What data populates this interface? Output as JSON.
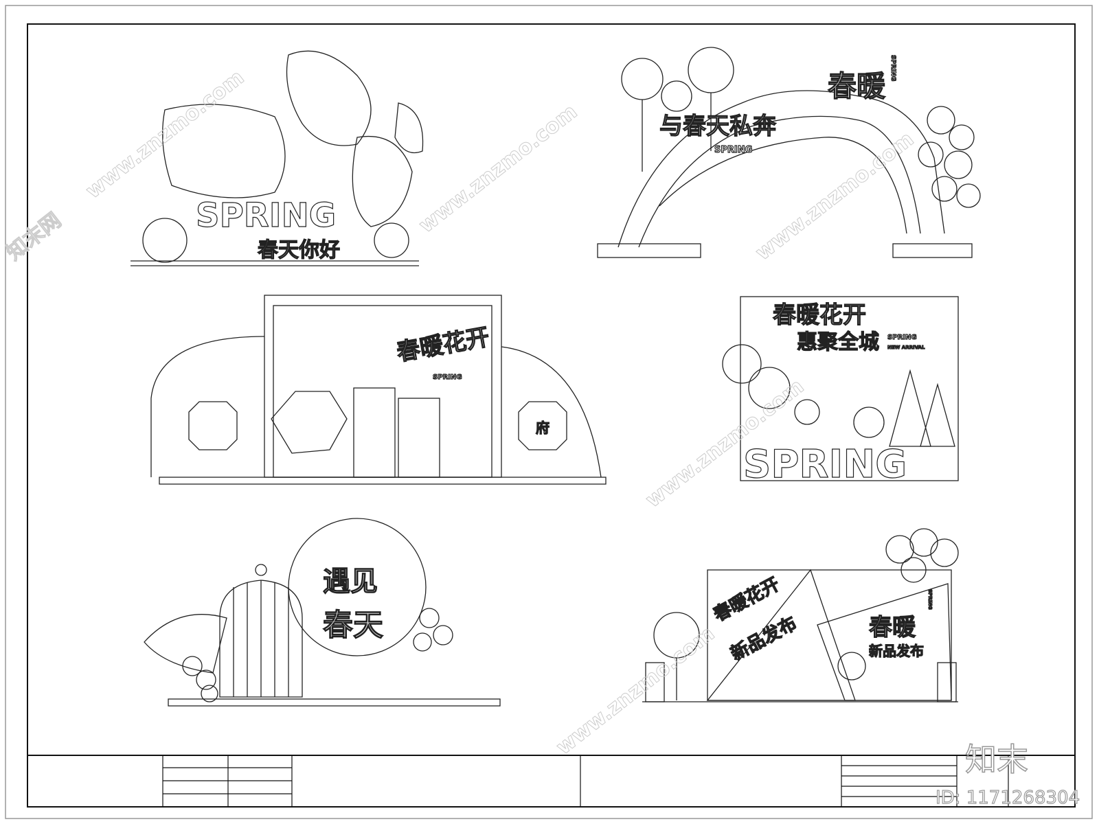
{
  "panels": {
    "p1": {
      "word": "SPRING",
      "cn": "春天你好"
    },
    "p2": {
      "title": "春暖",
      "side": "SPRING",
      "slogan": "与春天私奔",
      "sub": "SPRING"
    },
    "p3": {
      "cn": "春暖花开",
      "en": "SPRING",
      "seal": "府"
    },
    "p4": {
      "cn1": "春暖花开",
      "cn2": "惠聚全城",
      "en1": "SPRING",
      "en2": "NEW ARRIVAL",
      "word": "SPRING"
    },
    "p5": {
      "cn1": "遇见",
      "cn2": "春天"
    },
    "p6": {
      "left1": "春暖花开",
      "left2": "新品发布",
      "right1": "春暖",
      "right2": "新品发布",
      "side": "SPRING"
    }
  },
  "watermark": {
    "site": "www.znzmo.com",
    "brand": "知末网",
    "logo": "知末",
    "id": "ID: 1171268304"
  }
}
